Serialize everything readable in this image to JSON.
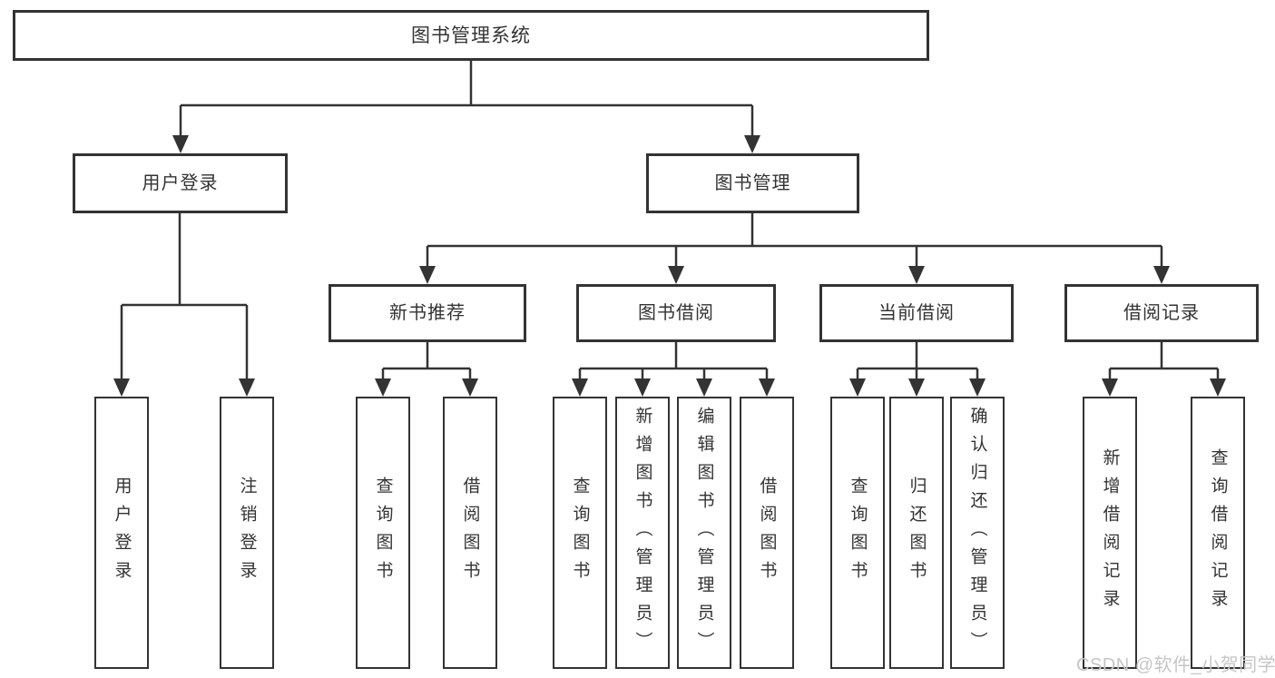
{
  "tree": {
    "label": "图书管理系统",
    "children": [
      {
        "label": "用户登录",
        "children": [
          {
            "label": "用户登录"
          },
          {
            "label": "注销登录"
          }
        ]
      },
      {
        "label": "图书管理",
        "children": [
          {
            "label": "新书推荐",
            "children": [
              {
                "label": "查询图书"
              },
              {
                "label": "借阅图书"
              }
            ]
          },
          {
            "label": "图书借阅",
            "children": [
              {
                "label": "查询图书"
              },
              {
                "label": "新增图书（管理员）"
              },
              {
                "label": "编辑图书（管理员）"
              },
              {
                "label": "借阅图书"
              }
            ]
          },
          {
            "label": "当前借阅",
            "children": [
              {
                "label": "查询图书"
              },
              {
                "label": "归还图书"
              },
              {
                "label": "确认归还（管理员）"
              }
            ]
          },
          {
            "label": "借阅记录",
            "children": [
              {
                "label": "新增借阅记录"
              },
              {
                "label": "查询借阅记录"
              }
            ]
          }
        ]
      }
    ]
  },
  "watermark": {
    "text": "CSDN @软件_小贺同学"
  },
  "colors": {
    "line": "#333333",
    "text": "#333333",
    "box_background": "#ffffff",
    "page_background": "#ffffff",
    "watermark": "#c6c6c6"
  }
}
